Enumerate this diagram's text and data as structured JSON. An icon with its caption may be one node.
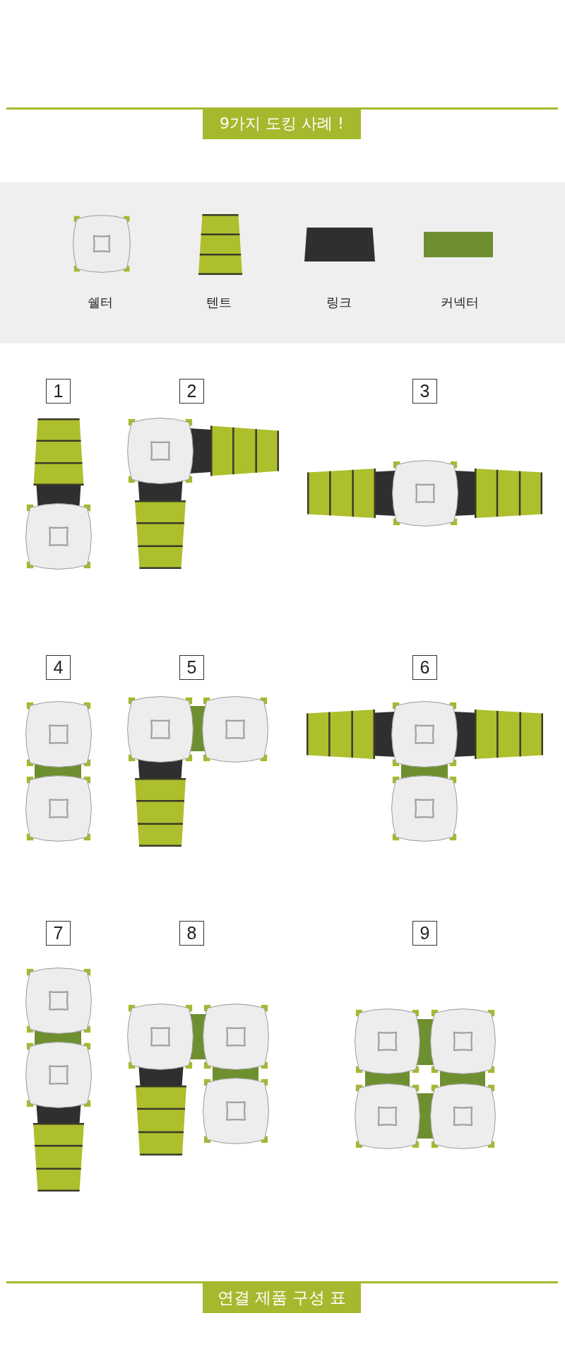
{
  "diagram": {
    "title": "9가지 도킹 사례 !",
    "nodes": [
      {
        "text": [
          "1"
        ]
      },
      {
        "text": [
          "2"
        ]
      },
      {
        "text": [
          "3"
        ]
      },
      {
        "text": [
          "4"
        ]
      },
      {
        "text": [
          "5"
        ]
      },
      {
        "text": [
          "6"
        ]
      },
      {
        "text": [
          "7"
        ]
      },
      {
        "text": [
          "8"
        ]
      },
      {
        "text": [
          "9"
        ]
      }
    ],
    "labels": [
      "연결 제품 구성 표"
    ],
    "legend": [
      {
        "text": "쉘터"
      },
      {
        "text": "텐트"
      },
      {
        "text": "링크"
      },
      {
        "text": "커넥터",
        "color": "#6e8f2f"
      }
    ]
  }
}
